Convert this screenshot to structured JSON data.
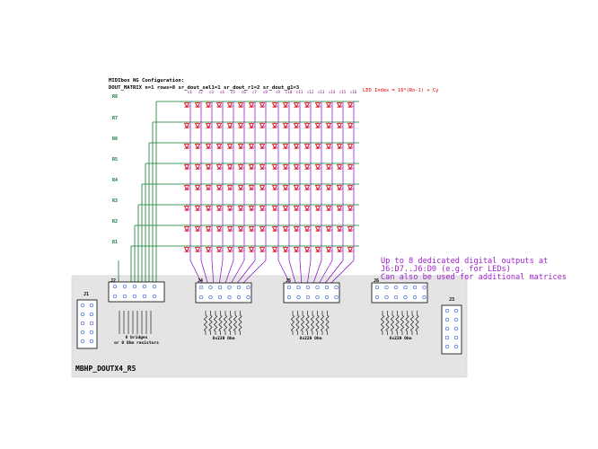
{
  "header": {
    "title": "MIDIbox NG Configuration:",
    "config": "DOUT_MATRIX n=1 rows=8 sr_dout_sel1=1 sr_dout_r1=2 sr_dout_g1=3"
  },
  "rows": [
    "R8",
    "R7",
    "R6",
    "R5",
    "R4",
    "R3",
    "R2",
    "R1"
  ],
  "columns": [
    "c1",
    "c2",
    "c3",
    "c4",
    "c5",
    "c6",
    "c7",
    "c8",
    "c9",
    "c10",
    "c11",
    "c12",
    "c13",
    "c14",
    "c15",
    "c16"
  ],
  "led_index_formula": "LED Index = 16*(Rn-1) + Cy",
  "note": {
    "line1": "Up to 8 dedicated digital outputs at",
    "line2": "J6:D7..J6:D0 (e.g. for LEDs)",
    "line3": "Can also be used for additional matrices"
  },
  "connectors": {
    "j1": "J1",
    "j2": "J2",
    "j4": "J4",
    "j5": "J5",
    "j6": "J6",
    "j3": "J3"
  },
  "labels": {
    "bridges_line1": "8 bridges",
    "bridges_line2": "or 0 Ohm resistors",
    "rn1": "8x220 Ohm",
    "rn2": "8x220 Ohm",
    "rn3": "8x220 Ohm",
    "board": "MBHP_DOUTX4_R5"
  },
  "colors": {
    "row_wire": "#0a7a2a",
    "column_wire": "#8a00c8",
    "led": "#e00000",
    "note_text": "#a020d0",
    "board_fill": "#e4e4e4"
  }
}
